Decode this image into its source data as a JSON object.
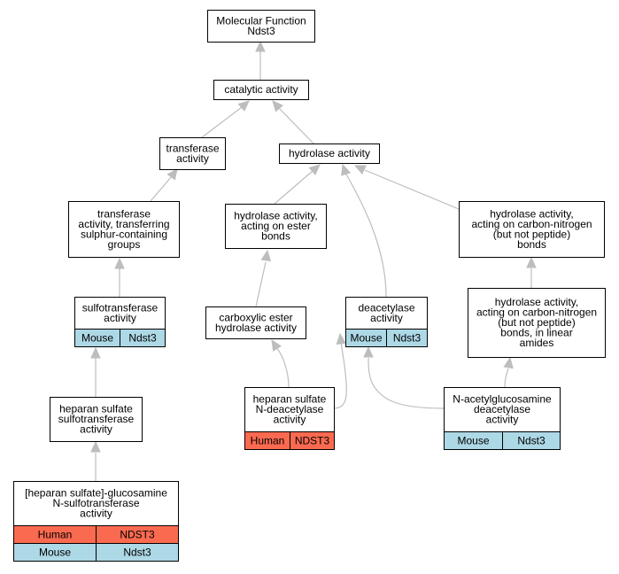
{
  "colors": {
    "human": "#fa6a50",
    "mouse": "#add8e6",
    "edge": "#bdbdbd",
    "node_border": "#000000"
  },
  "nodes": {
    "root": {
      "lines": [
        "Molecular Function",
        "Ndst3"
      ]
    },
    "catalytic": {
      "lines": [
        "catalytic activity"
      ]
    },
    "transferase": {
      "lines": [
        "transferase",
        "activity"
      ]
    },
    "hydrolase": {
      "lines": [
        "hydrolase activity"
      ]
    },
    "transferase_sulfur": {
      "lines": [
        "transferase",
        "activity, transferring",
        "sulphur-containing",
        "groups"
      ]
    },
    "hydrolase_ester": {
      "lines": [
        "hydrolase activity,",
        "acting on ester",
        "bonds"
      ]
    },
    "hydrolase_cn": {
      "lines": [
        "hydrolase activity,",
        "acting on carbon-nitrogen",
        "(but not peptide)",
        "bonds"
      ]
    },
    "sulfotransferase": {
      "lines": [
        "sulfotransferase",
        "activity"
      ],
      "species": [
        {
          "org": "Mouse",
          "gene": "Ndst3"
        }
      ]
    },
    "carboxylic": {
      "lines": [
        "carboxylic ester",
        "hydrolase activity"
      ]
    },
    "deacetylase": {
      "lines": [
        "deacetylase",
        "activity"
      ],
      "species": [
        {
          "org": "Mouse",
          "gene": "Ndst3"
        }
      ]
    },
    "hydrolase_cn_linear": {
      "lines": [
        "hydrolase activity,",
        "acting on carbon-nitrogen",
        "(but not peptide)",
        "bonds, in linear",
        "amides"
      ]
    },
    "hs_sulfotransferase": {
      "lines": [
        "heparan sulfate",
        "sulfotransferase",
        "activity"
      ]
    },
    "hs_deacetylase": {
      "lines": [
        "heparan sulfate",
        "N-deacetylase",
        "activity"
      ],
      "species": [
        {
          "org": "Human",
          "gene": "NDST3"
        }
      ]
    },
    "glcnac_deacetylase": {
      "lines": [
        "N-acetylglucosamine",
        "deacetylase",
        "activity"
      ],
      "species": [
        {
          "org": "Mouse",
          "gene": "Ndst3"
        }
      ]
    },
    "glucosamine_sulfo": {
      "lines": [
        "[heparan sulfate]-glucosamine",
        "N-sulfotransferase",
        "activity"
      ],
      "species": [
        {
          "org": "Human",
          "gene": "NDST3"
        },
        {
          "org": "Mouse",
          "gene": "Ndst3"
        }
      ]
    }
  }
}
